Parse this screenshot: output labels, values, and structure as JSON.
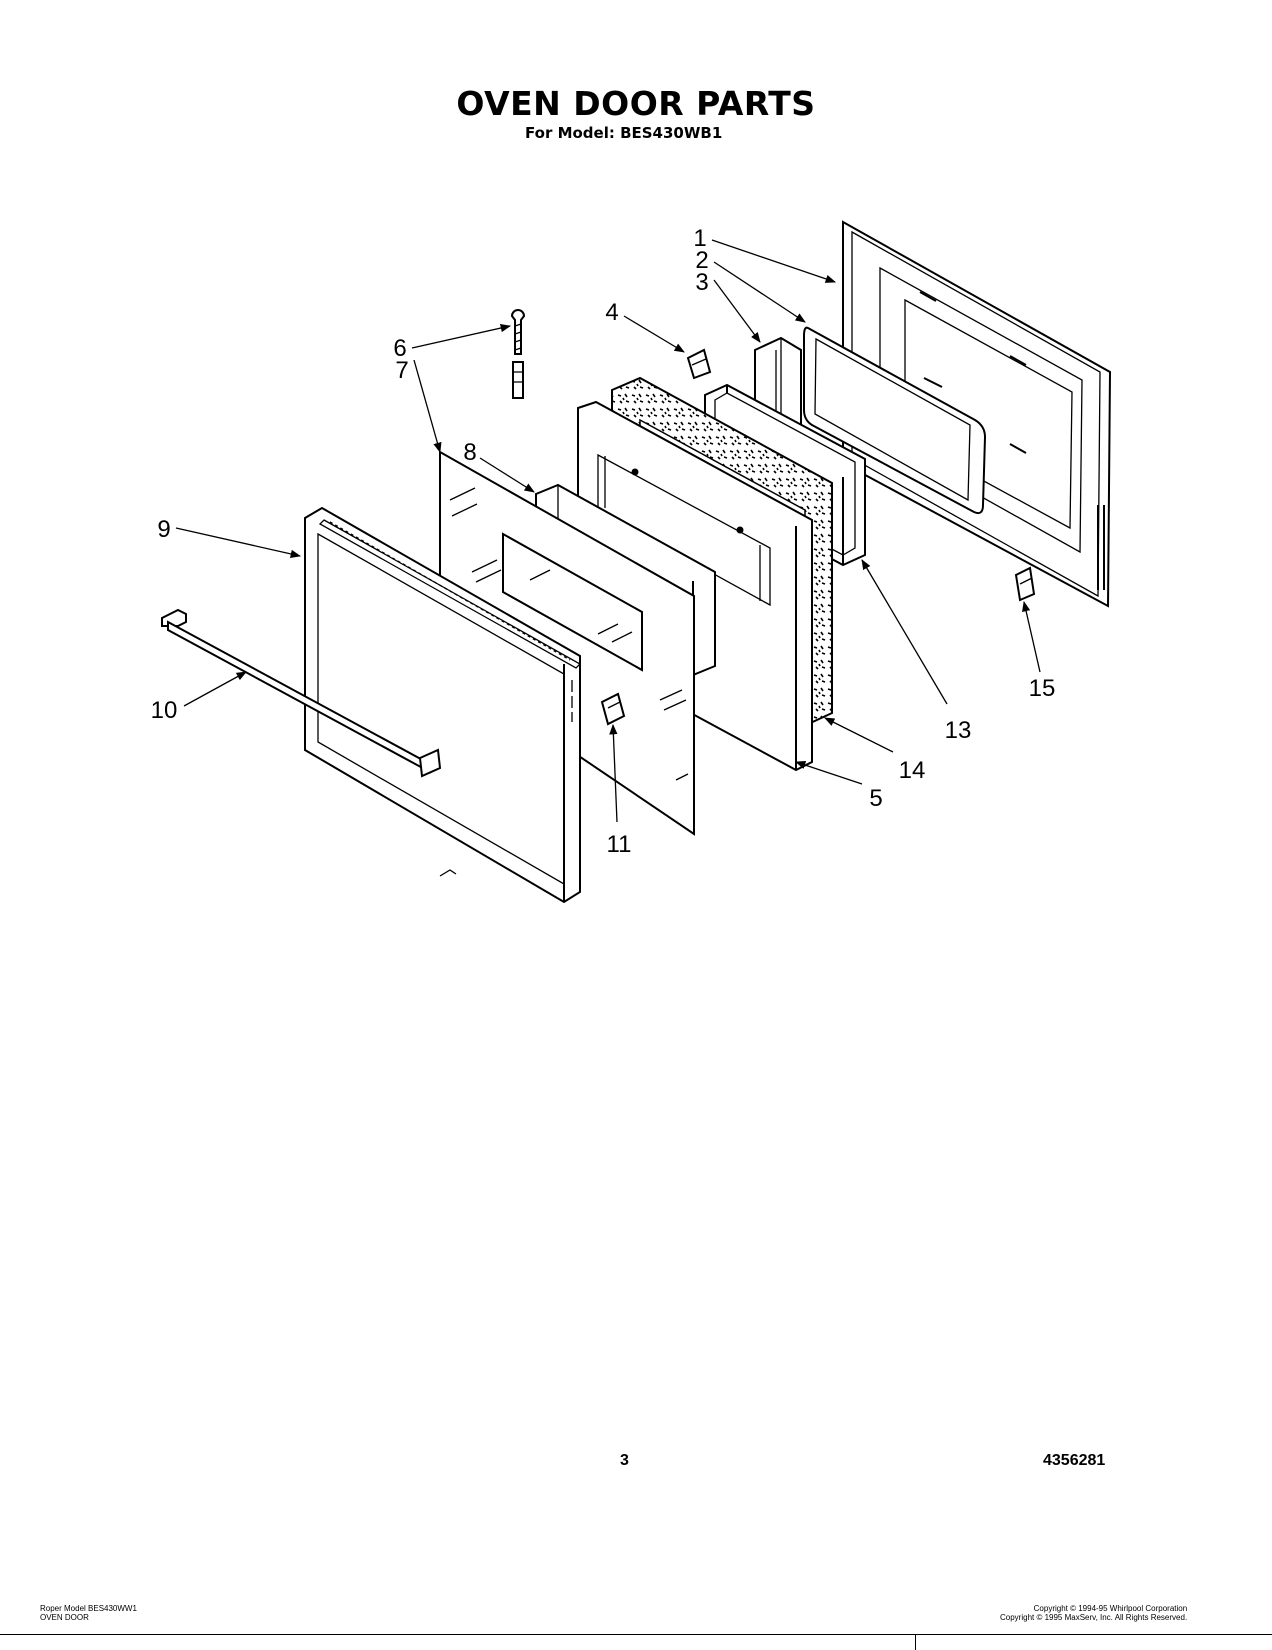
{
  "header": {
    "title": "OVEN DOOR PARTS",
    "subtitle": "For Model: BES430WB1"
  },
  "callouts": [
    "1",
    "2",
    "3",
    "4",
    "5",
    "6",
    "7",
    "8",
    "9",
    "10",
    "11",
    "13",
    "14",
    "15"
  ],
  "footer": {
    "page_number": "3",
    "doc_number": "4356281",
    "left_line1": "Roper Model BES430WW1",
    "left_line2": "OVEN DOOR",
    "right_line1": "Copyright © 1994-95 Whirlpool Corporation",
    "right_line2": "Copyright © 1995 MaxServ, Inc.   All Rights Reserved."
  }
}
